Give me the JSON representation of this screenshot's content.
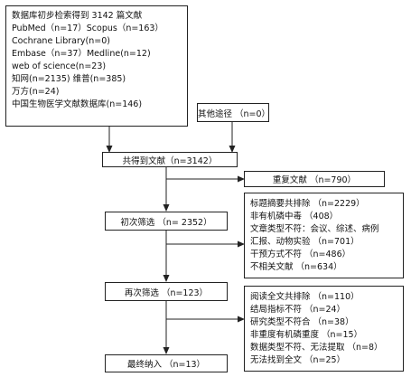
{
  "identification": {
    "lines": [
      "数据库初步检索得到 3142 篇文献",
      "PubMed（n=17）Scopus（n=163）",
      "Cochrane Library(n=0)",
      "Embase（n=37）Medline(n=12)",
      "web of science(n=23)",
      "知网(n=2135) 维普(n=385)",
      "万方(n=24)",
      "中国生物医学文献数据库(n=146)"
    ]
  },
  "other_sources": {
    "label": "其他途径 （n=0）"
  },
  "total": {
    "label": "共得到文献（n=3142）"
  },
  "duplicates": {
    "label": "重复文献 （n=790）"
  },
  "initial_screening": {
    "label": "初次筛选 （n= 2352）"
  },
  "excluded_1": {
    "lines": [
      "标题摘要共排除 （n=2229）",
      "非有机磷中毒 （408）",
      "文章类型不符：会议、综述、病例",
      "汇报、动物实验 （n=701）",
      "干预方式不符 （n=486）",
      "不相关文献 （n=634）"
    ]
  },
  "second_screening": {
    "label": "再次筛选 （n=123）"
  },
  "excluded_2": {
    "lines": [
      "阅读全文共排除 （n=110）",
      "结局指标不符 （n=24）",
      "研究类型不符合 （n=38）",
      "非重度有机磷重度 （n=15）",
      "数据类型不符、无法提取 （n=8）",
      "无法找到全文 （n=25）"
    ]
  },
  "final": {
    "label": "最终纳入 （n=13）"
  }
}
